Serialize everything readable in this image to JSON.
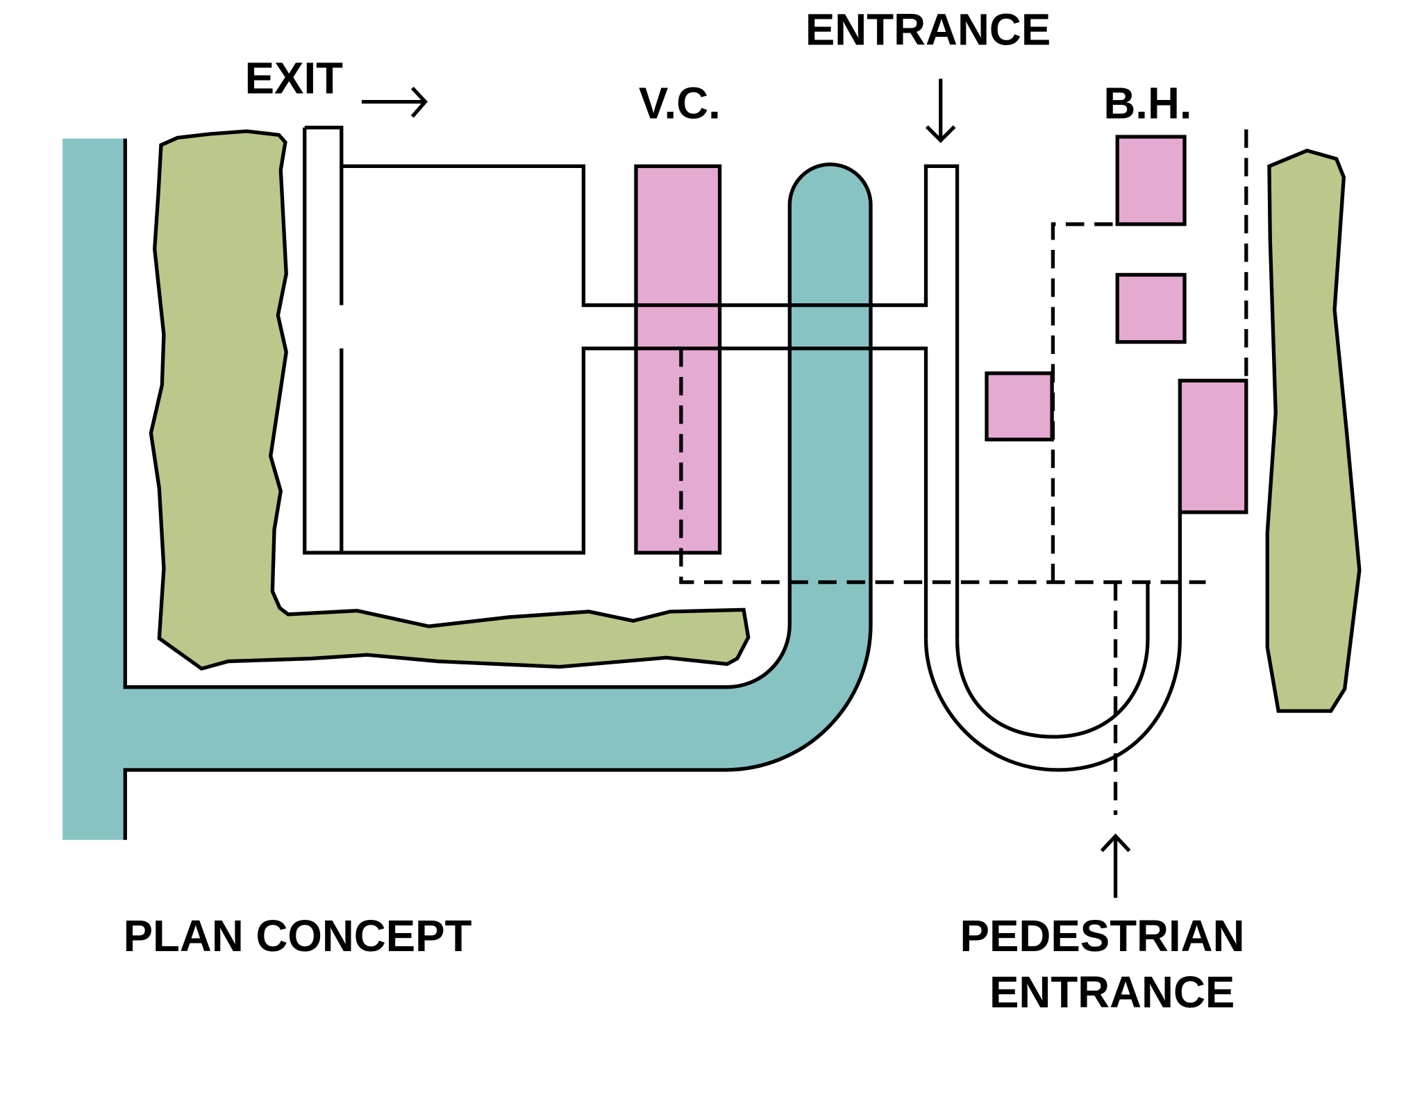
{
  "title": "PLAN CONCEPT",
  "labels": {
    "exit": "EXIT",
    "entrance": "ENTRANCE",
    "vc": "V.C.",
    "bh": "B.H.",
    "pedestrian_line1": "PEDESTRIAN",
    "pedestrian_line2": "ENTRANCE"
  },
  "colors": {
    "water": "#88c3c4",
    "green": "#bac88c",
    "building": "#e4aad1",
    "stroke": "#000000",
    "background": "#ffffff"
  },
  "legend_semantics": {
    "water": "teal band / river",
    "green": "vegetation / landscape buffer",
    "building": "buildings (V.C., B.H.)"
  }
}
